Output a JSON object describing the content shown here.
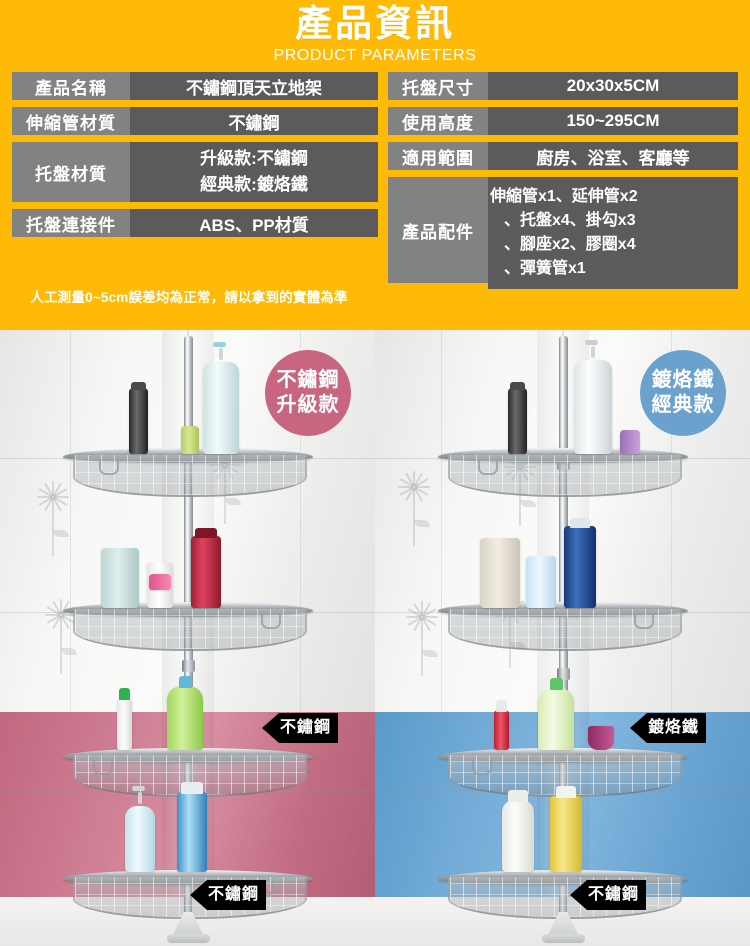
{
  "header": {
    "title_zh": "產品資訊",
    "title_en": "PRODUCT PARAMETERS",
    "background_color": "#ffba07"
  },
  "spec_table": {
    "left_column": [
      {
        "label": "產品名稱",
        "value": "不鏽鋼頂天立地架"
      },
      {
        "label": "伸縮管材質",
        "value": "不鏽鋼"
      },
      {
        "label": "托盤材質",
        "value_line1": "升級款:不鏽鋼",
        "value_line2": "經典款:鍍烙鐵"
      },
      {
        "label": "托盤連接件",
        "value": "ABS、PP材質"
      }
    ],
    "right_column": [
      {
        "label": "托盤尺寸",
        "value": "20x30x5CM"
      },
      {
        "label": "使用高度",
        "value": "150~295CM"
      },
      {
        "label": "適用範圍",
        "value": "廚房、浴室、客廳等"
      },
      {
        "label": "產品配件",
        "value_lines": [
          "伸縮管x1、延伸管x2",
          "、托盤x4、掛勾x3",
          "、腳座x2、膠圈x4",
          "、彈簧管x1"
        ]
      }
    ],
    "note": "人工測量0~5cm誤差均為正常，請以拿到的實體為準",
    "label_color": "#828282",
    "value_color": "#5b5b5b"
  },
  "photos": {
    "left": {
      "badge_line1": "不鏽鋼",
      "badge_line2": "升級款",
      "badge_color": "#c8657f",
      "wall_lower_color": "#c8657f",
      "callout_shelf": "不鏽鋼",
      "callout_pole": "不鏽鋼"
    },
    "right": {
      "badge_line1": "鍍烙鐵",
      "badge_line2": "經典款",
      "badge_color": "#6ba2cd",
      "wall_lower_color": "#6ba2cd",
      "callout_shelf": "鍍烙鐵",
      "callout_pole": "不鏽鋼"
    }
  }
}
